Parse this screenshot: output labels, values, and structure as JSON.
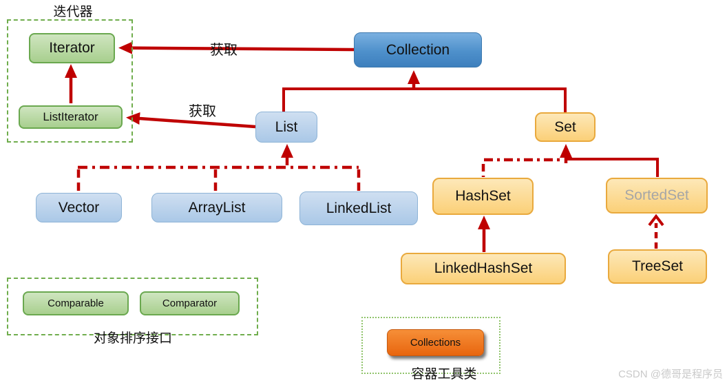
{
  "diagram": {
    "groups": {
      "iterator_label": "迭代器",
      "sorting_label": "对象排序接口",
      "utility_label": "容器工具类"
    },
    "nodes": {
      "iterator": "Iterator",
      "list_iterator": "ListIterator",
      "collection": "Collection",
      "list": "List",
      "set": "Set",
      "vector": "Vector",
      "array_list": "ArrayList",
      "linked_list": "LinkedList",
      "hash_set": "HashSet",
      "sorted_set": "SortedSet",
      "linked_hash_set": "LinkedHashSet",
      "tree_set": "TreeSet",
      "comparable": "Comparable",
      "comparator": "Comparator",
      "collections": "Collections"
    },
    "edge_labels": {
      "collection_get": "获取",
      "list_get": "获取"
    },
    "watermark": "CSDN @德哥是程序员",
    "colors": {
      "arrow_red": "#bf0000",
      "group_border_green": "#6fad4c",
      "node_green_fill": "#a8cf8e",
      "node_green_border": "#6aa84f",
      "node_blue_light_fill": "#aac8e7",
      "node_blue_solid_fill": "#4e90cb",
      "node_yellow_fill": "#fbd078",
      "node_yellow_border": "#e9a93d",
      "node_orange_fill": "#e8650e",
      "sorted_set_text": "#a6a6a6",
      "watermark_text": "#c9c9c9"
    }
  }
}
